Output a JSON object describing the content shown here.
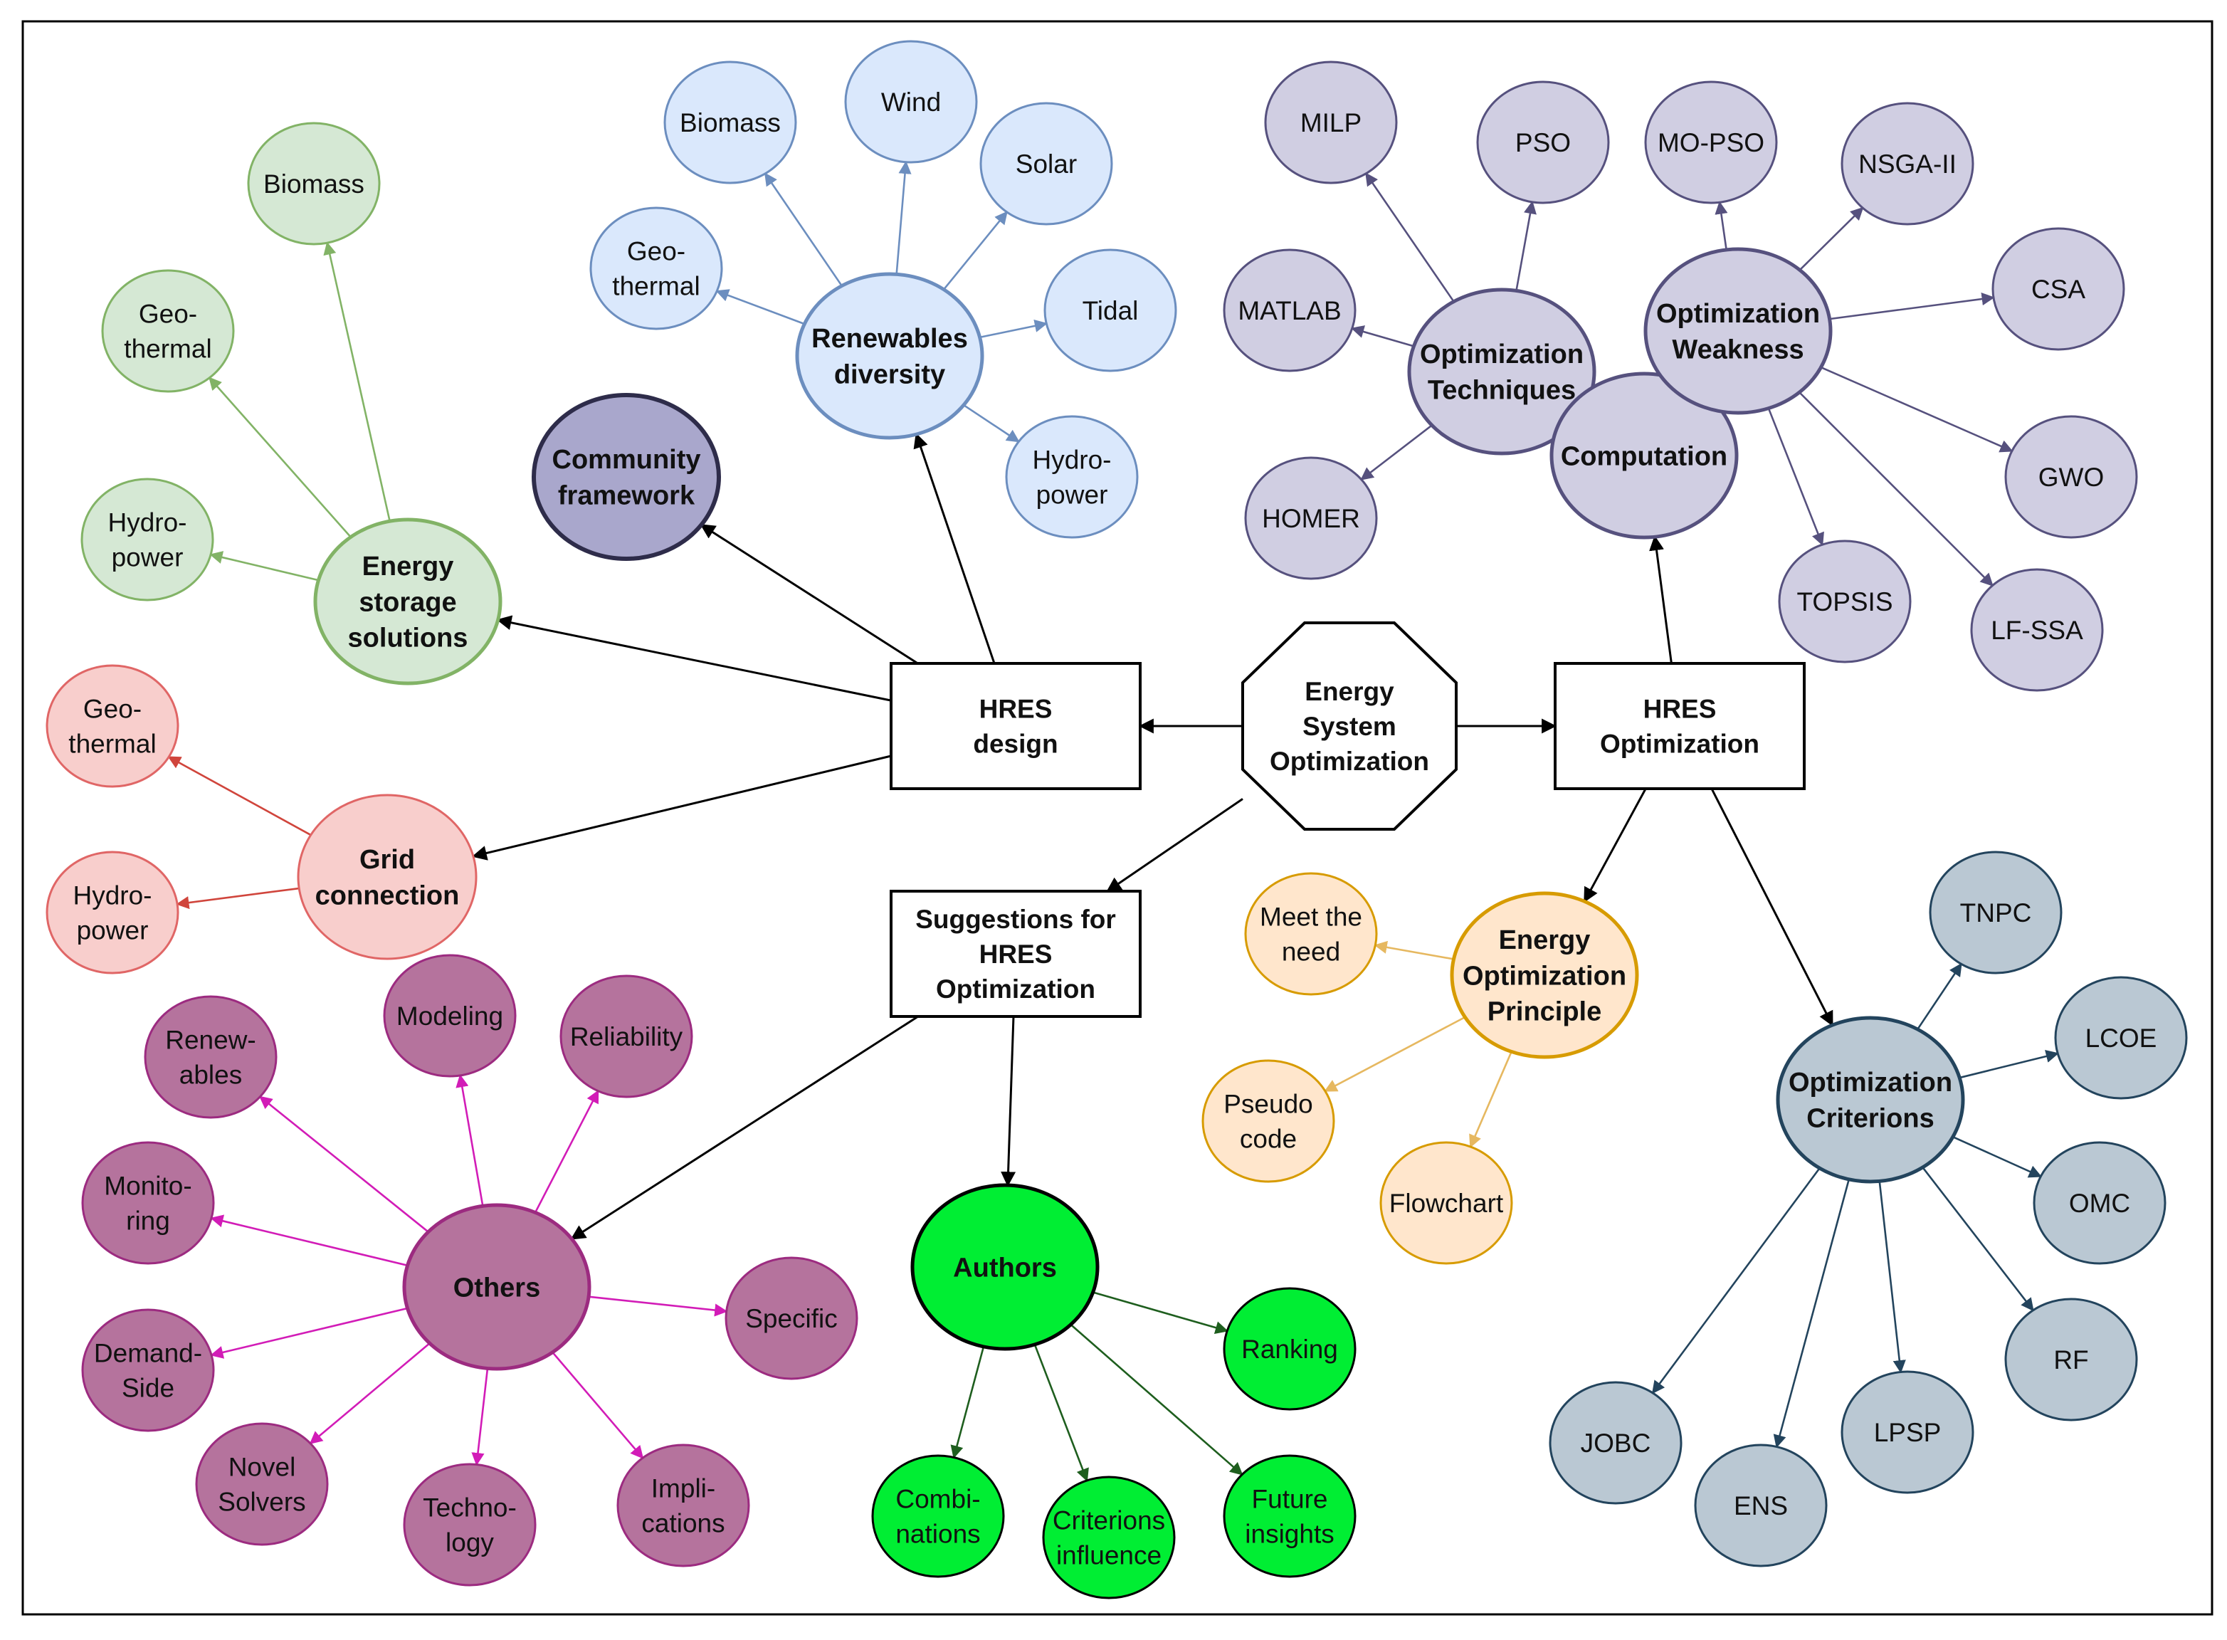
{
  "nodes": {
    "center": {
      "lines": [
        "Energy",
        "System",
        "Optimization"
      ],
      "bold": true
    },
    "design": {
      "lines": [
        "HRES",
        "design"
      ],
      "bold": true
    },
    "optim": {
      "lines": [
        "HRES",
        "Optimization"
      ],
      "bold": true
    },
    "suggest": {
      "lines": [
        "Suggestions for",
        "HRES",
        "Optimization"
      ],
      "bold": true
    },
    "community": {
      "lines": [
        "Community",
        "framework"
      ],
      "bold": true
    },
    "renew": {
      "lines": [
        "Renewables",
        "diversity"
      ],
      "bold": true
    },
    "r_bio": {
      "lines": [
        "Biomass"
      ]
    },
    "r_wind": {
      "lines": [
        "Wind"
      ]
    },
    "r_solar": {
      "lines": [
        "Solar"
      ]
    },
    "r_geo": {
      "lines": [
        "Geo-",
        "thermal"
      ]
    },
    "r_tidal": {
      "lines": [
        "Tidal"
      ]
    },
    "r_hydro": {
      "lines": [
        "Hydro-",
        "power"
      ]
    },
    "storage": {
      "lines": [
        "Energy",
        "storage",
        "solutions"
      ],
      "bold": true
    },
    "s_bio": {
      "lines": [
        "Biomass"
      ]
    },
    "s_geo": {
      "lines": [
        "Geo-",
        "thermal"
      ]
    },
    "s_hydro": {
      "lines": [
        "Hydro-",
        "power"
      ]
    },
    "grid": {
      "lines": [
        "Grid",
        "connection"
      ],
      "bold": true
    },
    "g_geo": {
      "lines": [
        "Geo-",
        "thermal"
      ]
    },
    "g_hydro": {
      "lines": [
        "Hydro-",
        "power"
      ]
    },
    "tech": {
      "lines": [
        "Optimization",
        "Techniques"
      ],
      "bold": true
    },
    "weak": {
      "lines": [
        "Optimization",
        "Weakness"
      ],
      "bold": true
    },
    "comp": {
      "lines": [
        "Computation"
      ],
      "bold": true
    },
    "t_milp": {
      "lines": [
        "MILP"
      ]
    },
    "t_pso": {
      "lines": [
        "PSO"
      ]
    },
    "t_matlab": {
      "lines": [
        "MATLAB"
      ]
    },
    "t_homer": {
      "lines": [
        "HOMER"
      ]
    },
    "w_mopso": {
      "lines": [
        "MO-PSO"
      ]
    },
    "w_nsga": {
      "lines": [
        "NSGA-II"
      ]
    },
    "w_csa": {
      "lines": [
        "CSA"
      ]
    },
    "w_gwo": {
      "lines": [
        "GWO"
      ]
    },
    "w_lfssa": {
      "lines": [
        "LF-SSA"
      ]
    },
    "w_topsis": {
      "lines": [
        "TOPSIS"
      ]
    },
    "principle": {
      "lines": [
        "Energy",
        "Optimization",
        "Principle"
      ],
      "bold": true
    },
    "p_meet": {
      "lines": [
        "Meet the",
        "need"
      ]
    },
    "p_pseudo": {
      "lines": [
        "Pseudo",
        "code"
      ]
    },
    "p_flow": {
      "lines": [
        "Flowchart"
      ]
    },
    "criteria": {
      "lines": [
        "Optimization",
        "Criterions"
      ],
      "bold": true
    },
    "c_tnpc": {
      "lines": [
        "TNPC"
      ]
    },
    "c_lcoe": {
      "lines": [
        "LCOE"
      ]
    },
    "c_omc": {
      "lines": [
        "OMC"
      ]
    },
    "c_rf": {
      "lines": [
        "RF"
      ]
    },
    "c_lpsp": {
      "lines": [
        "LPSP"
      ]
    },
    "c_ens": {
      "lines": [
        "ENS"
      ]
    },
    "c_jobc": {
      "lines": [
        "JOBC"
      ]
    },
    "authors": {
      "lines": [
        "Authors"
      ],
      "bold": true
    },
    "a_ranking": {
      "lines": [
        "Ranking"
      ]
    },
    "a_future": {
      "lines": [
        "Future",
        "insights"
      ]
    },
    "a_crit": {
      "lines": [
        "Criterions",
        "influence"
      ]
    },
    "a_comb": {
      "lines": [
        "Combi-",
        "nations"
      ]
    },
    "others": {
      "lines": [
        "Others"
      ],
      "bold": true
    },
    "o_renew": {
      "lines": [
        "Renew-",
        "ables"
      ]
    },
    "o_model": {
      "lines": [
        "Modeling"
      ]
    },
    "o_rel": {
      "lines": [
        "Reliability"
      ]
    },
    "o_monitor": {
      "lines": [
        "Monito-",
        "ring"
      ]
    },
    "o_demand": {
      "lines": [
        "Demand-",
        "Side"
      ]
    },
    "o_novel": {
      "lines": [
        "Novel",
        "Solvers"
      ]
    },
    "o_techno": {
      "lines": [
        "Techno-",
        "logy"
      ]
    },
    "o_impl": {
      "lines": [
        "Impli-",
        "cations"
      ]
    },
    "o_spec": {
      "lines": [
        "Specific"
      ]
    }
  },
  "colors": {
    "black": {
      "fill": "#ffffff",
      "stroke": "#000000",
      "edge": "#000000"
    },
    "blue": {
      "fill": "#dae8fc",
      "stroke": "#6c8ebf",
      "edge": "#6c8ebf"
    },
    "green": {
      "fill": "#d5e8d4",
      "stroke": "#82b366",
      "edge": "#82b366"
    },
    "red": {
      "fill": "#f8cecc",
      "stroke": "#e06666",
      "edge": "#d0453c"
    },
    "purple": {
      "fill": "#d0cee2",
      "stroke": "#56517e",
      "edge": "#56517e"
    },
    "navy": {
      "fill": "#a9a7cc",
      "stroke": "#2e2c4a"
    },
    "orange": {
      "fill": "#ffe6cc",
      "stroke": "#d79b00",
      "edge": "#e6b860"
    },
    "steel": {
      "fill": "#bac8d3",
      "stroke": "#23445d",
      "edge": "#23445d"
    },
    "lime": {
      "fill": "#00ee33",
      "stroke": "#000000",
      "edge": "#1e5e1e"
    },
    "magenta": {
      "fill": "#b5739d",
      "stroke": "#9c2b80",
      "edge": "#d21cb7"
    }
  }
}
